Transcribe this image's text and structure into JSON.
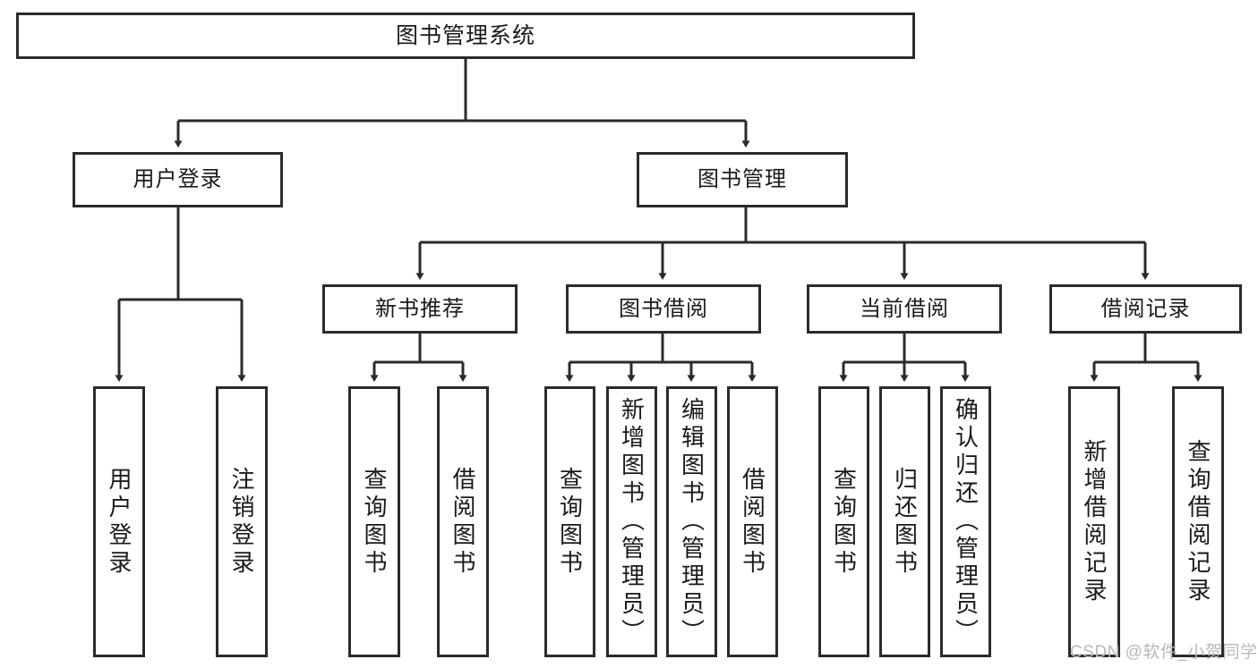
{
  "diagram": {
    "title": "图书管理系统",
    "type": "tree-hierarchy-chart",
    "watermark": "CSDN @软件_小贺同学",
    "colors": {
      "stroke": "#2b2b2b",
      "fill": "#ffffff",
      "text": "#1a1a1a",
      "watermark": "#b9b9b9"
    },
    "nodes": {
      "root": {
        "label": "图书管理系统"
      },
      "level2": [
        {
          "id": "user-login",
          "label": "用户登录"
        },
        {
          "id": "book-management",
          "label": "图书管理"
        }
      ],
      "level3": [
        {
          "id": "new-book-recommend",
          "label": "新书推荐"
        },
        {
          "id": "book-borrow",
          "label": "图书借阅"
        },
        {
          "id": "current-borrow",
          "label": "当前借阅"
        },
        {
          "id": "borrow-record",
          "label": "借阅记录"
        }
      ],
      "leaves": {
        "user_login": [
          {
            "id": "leaf-user-login",
            "label": "用户登录"
          },
          {
            "id": "leaf-logout-login",
            "label": "注销登录"
          }
        ],
        "new_book_recommend": [
          {
            "id": "leaf-query-book-1",
            "label": "查询图书"
          },
          {
            "id": "leaf-borrow-book-1",
            "label": "借阅图书"
          }
        ],
        "book_borrow": [
          {
            "id": "leaf-query-book-2",
            "label": "查询图书"
          },
          {
            "id": "leaf-add-book",
            "label": "新增图书（管理员）"
          },
          {
            "id": "leaf-edit-book",
            "label": "编辑图书（管理员）"
          },
          {
            "id": "leaf-borrow-book-2",
            "label": "借阅图书"
          }
        ],
        "current_borrow": [
          {
            "id": "leaf-query-book-3",
            "label": "查询图书"
          },
          {
            "id": "leaf-return-book",
            "label": "归还图书"
          },
          {
            "id": "leaf-confirm-return",
            "label": "确认归还（管理员）"
          }
        ],
        "borrow_record": [
          {
            "id": "leaf-add-record",
            "label": "新增借阅记录"
          },
          {
            "id": "leaf-query-record",
            "label": "查询借阅记录"
          }
        ]
      }
    }
  }
}
